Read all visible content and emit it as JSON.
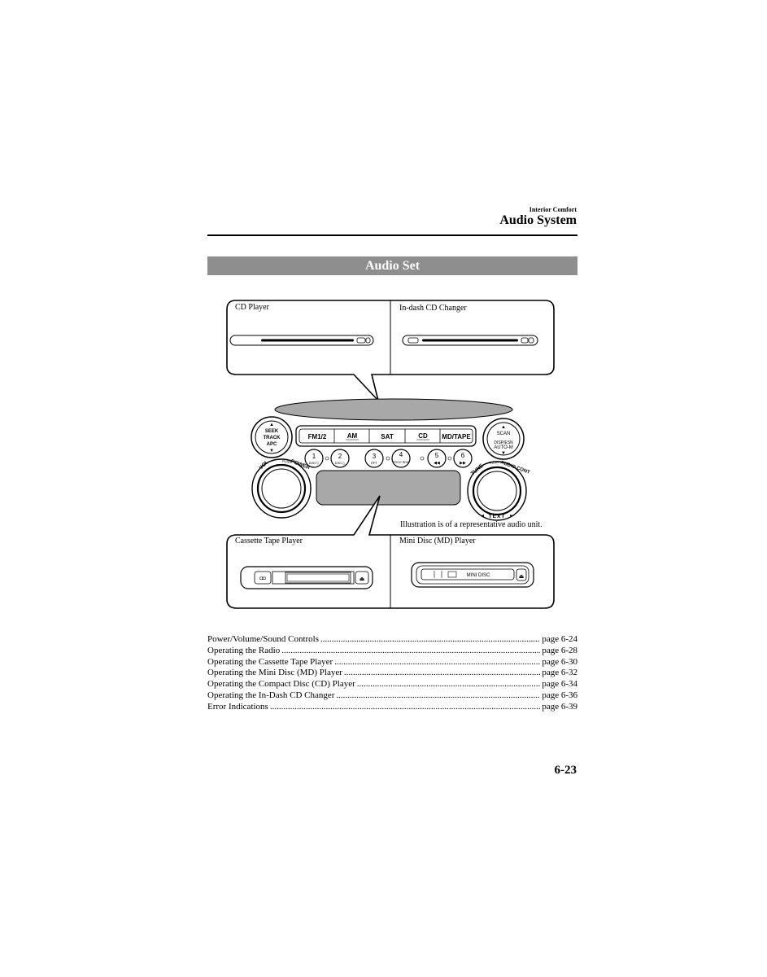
{
  "header": {
    "section": "Interior Comfort",
    "title": "Audio System"
  },
  "banner": {
    "title": "Audio Set"
  },
  "figure": {
    "panels": {
      "cd_player": "CD Player",
      "in_dash_cd_changer": "In-dash CD Changer",
      "cassette_tape_player": "Cassette Tape Player",
      "mini_disc_player": "Mini Disc (MD) Player"
    },
    "caption": "Illustration is of a representative audio unit.",
    "unit": {
      "left_knob": {
        "line1": "SEEK",
        "line2": "TRACK",
        "line3": "APC"
      },
      "right_knob": {
        "line1": "SCAN",
        "line2": "DISP/ESN",
        "line3": "AUTO-M"
      },
      "mode_buttons": [
        "FM1/2",
        "AM",
        "SAT",
        "CD",
        "MD/TAPE"
      ],
      "preset_buttons": [
        {
          "num": "1",
          "sub": "DISC▽"
        },
        {
          "num": "2",
          "sub": "DISC△"
        },
        {
          "num": "3",
          "sub": "RPT"
        },
        {
          "num": "4",
          "sub": "PROG RDM"
        },
        {
          "num": "5",
          "sub": "◀◀"
        },
        {
          "num": "6",
          "sub": "▶▶"
        }
      ],
      "vol_label": "VOL",
      "power_label": "POWER",
      "push_label": "PUSH",
      "tune_label": "TUNE",
      "audio_label": "AUDIO CONT",
      "text_label": "TEXT",
      "md_slot_label": "MINI DISC"
    }
  },
  "toc": [
    {
      "title": "Power/Volume/Sound Controls",
      "page": "page 6-24"
    },
    {
      "title": "Operating the Radio",
      "page": "page 6-28"
    },
    {
      "title": "Operating the Cassette Tape Player",
      "page": "page 6-30"
    },
    {
      "title": "Operating the Mini Disc (MD) Player",
      "page": "page 6-32"
    },
    {
      "title": "Operating the Compact Disc (CD) Player",
      "page": "page 6-34"
    },
    {
      "title": "Operating the In-Dash CD Changer",
      "page": "page 6-36"
    },
    {
      "title": "Error Indications",
      "page": "page 6-39"
    }
  ],
  "page_number": "6-23"
}
